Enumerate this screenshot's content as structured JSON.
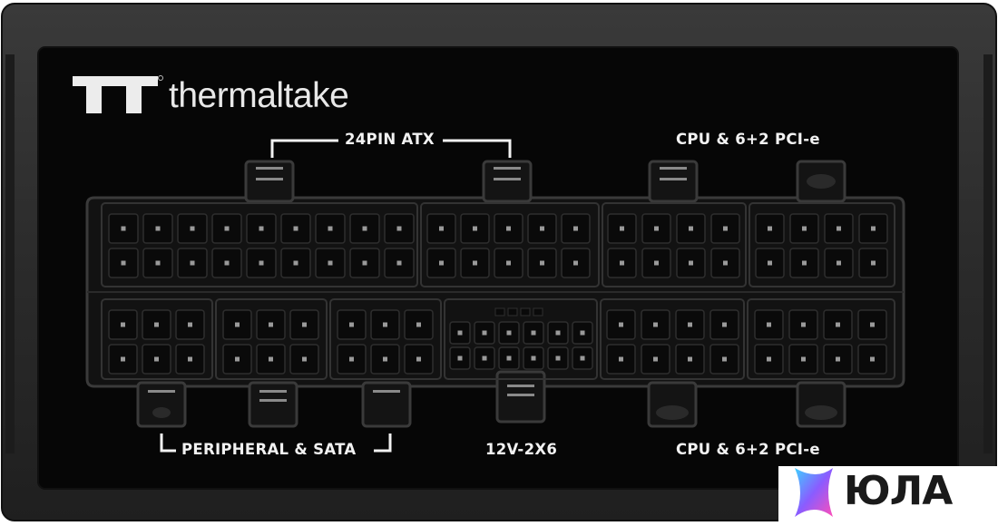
{
  "brand": {
    "name": "thermaltake"
  },
  "labels": {
    "atx": "24PIN ATX",
    "cpu_top": "CPU & 6+2 PCI-e",
    "peripheral": "PERIPHERAL & SATA",
    "v12": "12V-2X6",
    "cpu_bottom": "CPU & 6+2 PCI-e"
  },
  "watermark": {
    "text": "ЮЛА"
  },
  "colors": {
    "case": "#2a2a2a",
    "panel": "#060606",
    "port": "#141414",
    "label": "#f2f2f2"
  }
}
